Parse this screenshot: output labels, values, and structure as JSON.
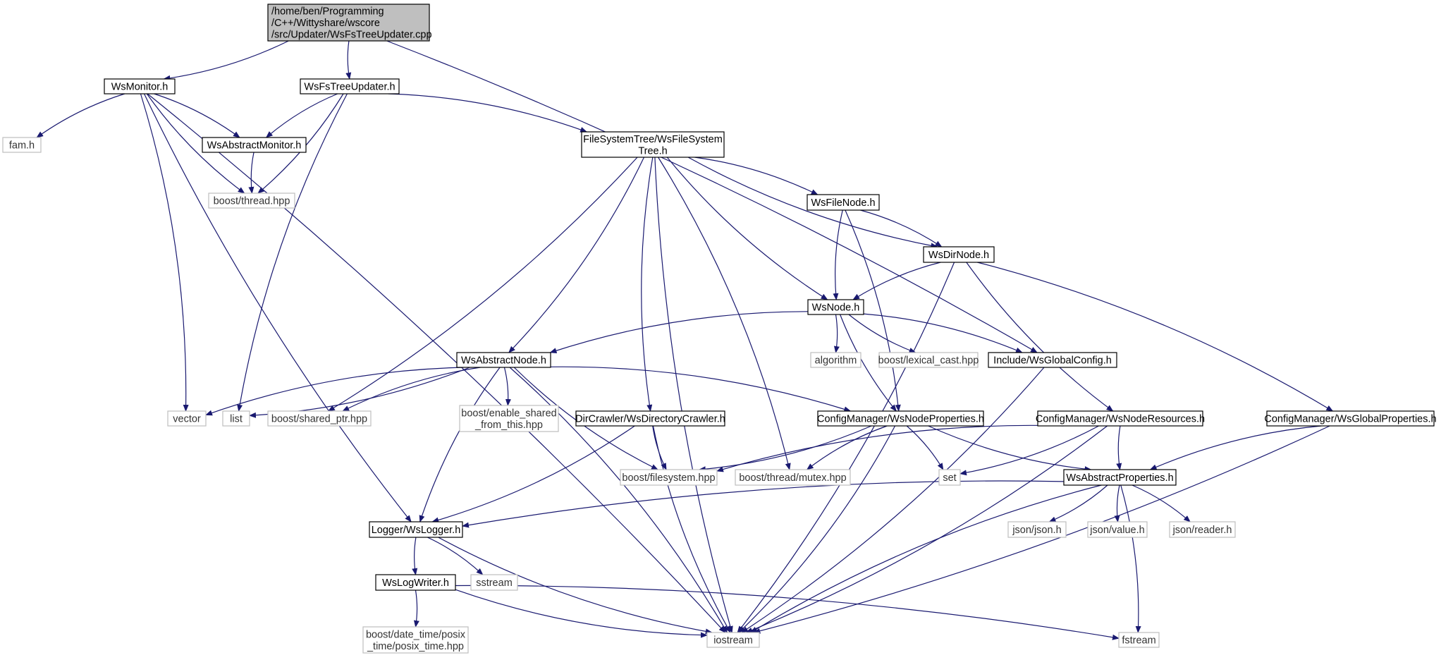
{
  "colors": {
    "background": "#ffffff",
    "edge": "#191970",
    "root_fill": "#bfbfbf",
    "box_stroke": "#000000",
    "system_stroke": "#bfbfbf",
    "text": "#000000",
    "system_text": "#333333"
  },
  "nodes": [
    {
      "id": "root",
      "kind": "root",
      "lines": [
        "/home/ben/Programming",
        "/C++/Wittyshare/wscore",
        "/src/Updater/WsFsTreeUpdater.cpp"
      ]
    },
    {
      "id": "wsmonitor",
      "kind": "file",
      "lines": [
        "WsMonitor.h"
      ]
    },
    {
      "id": "wsfstreeupdater",
      "kind": "file",
      "lines": [
        "WsFsTreeUpdater.h"
      ]
    },
    {
      "id": "famh",
      "kind": "system",
      "lines": [
        "fam.h"
      ]
    },
    {
      "id": "wsabstractmonitor",
      "kind": "file",
      "lines": [
        "WsAbstractMonitor.h"
      ]
    },
    {
      "id": "filesystemtree",
      "kind": "file",
      "lines": [
        "FileSystemTree/WsFileSystem",
        "Tree.h"
      ]
    },
    {
      "id": "boostthread",
      "kind": "system",
      "lines": [
        "boost/thread.hpp"
      ]
    },
    {
      "id": "wsfilenode",
      "kind": "file",
      "lines": [
        "WsFileNode.h"
      ]
    },
    {
      "id": "wsdirnode",
      "kind": "file",
      "lines": [
        "WsDirNode.h"
      ]
    },
    {
      "id": "wsnode",
      "kind": "file",
      "lines": [
        "WsNode.h"
      ]
    },
    {
      "id": "algorithm",
      "kind": "system",
      "lines": [
        "algorithm"
      ]
    },
    {
      "id": "lexicalcast",
      "kind": "system",
      "lines": [
        "boost/lexical_cast.hpp"
      ]
    },
    {
      "id": "globalconfig",
      "kind": "file",
      "lines": [
        "Include/WsGlobalConfig.h"
      ]
    },
    {
      "id": "wsabstractnode",
      "kind": "file",
      "lines": [
        "WsAbstractNode.h"
      ]
    },
    {
      "id": "vector",
      "kind": "system",
      "lines": [
        "vector"
      ]
    },
    {
      "id": "list",
      "kind": "system",
      "lines": [
        "list"
      ]
    },
    {
      "id": "sharedptr",
      "kind": "system",
      "lines": [
        "boost/shared_ptr.hpp"
      ]
    },
    {
      "id": "enableshared",
      "kind": "system",
      "lines": [
        "boost/enable_shared",
        "_from_this.hpp"
      ]
    },
    {
      "id": "dircrawler",
      "kind": "file",
      "lines": [
        "DirCrawler/WsDirectoryCrawler.h"
      ]
    },
    {
      "id": "nodeproperties",
      "kind": "file",
      "lines": [
        "ConfigManager/WsNodeProperties.h"
      ]
    },
    {
      "id": "noderesources",
      "kind": "file",
      "lines": [
        "ConfigManager/WsNodeResources.h"
      ]
    },
    {
      "id": "globalproperties",
      "kind": "file",
      "lines": [
        "ConfigManager/WsGlobalProperties.h"
      ]
    },
    {
      "id": "boostfs",
      "kind": "system",
      "lines": [
        "boost/filesystem.hpp"
      ]
    },
    {
      "id": "mutex",
      "kind": "system",
      "lines": [
        "boost/thread/mutex.hpp"
      ]
    },
    {
      "id": "set",
      "kind": "system",
      "lines": [
        "set"
      ]
    },
    {
      "id": "abstractproperties",
      "kind": "file",
      "lines": [
        "WsAbstractProperties.h"
      ]
    },
    {
      "id": "wslogger",
      "kind": "file",
      "lines": [
        "Logger/WsLogger.h"
      ]
    },
    {
      "id": "jsonjson",
      "kind": "system",
      "lines": [
        "json/json.h"
      ]
    },
    {
      "id": "jsonvalue",
      "kind": "system",
      "lines": [
        "json/value.h"
      ]
    },
    {
      "id": "jsonreader",
      "kind": "system",
      "lines": [
        "json/reader.h"
      ]
    },
    {
      "id": "wslogwriter",
      "kind": "file",
      "lines": [
        "WsLogWriter.h"
      ]
    },
    {
      "id": "sstream",
      "kind": "system",
      "lines": [
        "sstream"
      ]
    },
    {
      "id": "posixtime",
      "kind": "system",
      "lines": [
        "boost/date_time/posix",
        "_time/posix_time.hpp"
      ]
    },
    {
      "id": "iostream",
      "kind": "system",
      "lines": [
        "iostream"
      ]
    },
    {
      "id": "fstream",
      "kind": "system",
      "lines": [
        "fstream"
      ]
    }
  ],
  "edges": [
    {
      "from": "root",
      "to": "wsmonitor"
    },
    {
      "from": "root",
      "to": "wsfstreeupdater"
    },
    {
      "from": "root",
      "to": "globalconfig"
    },
    {
      "from": "wsmonitor",
      "to": "famh"
    },
    {
      "from": "wsmonitor",
      "to": "wsabstractmonitor"
    },
    {
      "from": "wsmonitor",
      "to": "boostthread"
    },
    {
      "from": "wsmonitor",
      "to": "vector"
    },
    {
      "from": "wsmonitor",
      "to": "wslogger"
    },
    {
      "from": "wsmonitor",
      "to": "iostream"
    },
    {
      "from": "wsfstreeupdater",
      "to": "wsabstractmonitor"
    },
    {
      "from": "wsfstreeupdater",
      "to": "boostthread"
    },
    {
      "from": "wsfstreeupdater",
      "to": "list"
    },
    {
      "from": "wsfstreeupdater",
      "to": "filesystemtree"
    },
    {
      "from": "wsabstractmonitor",
      "to": "boostthread"
    },
    {
      "from": "filesystemtree",
      "to": "sharedptr"
    },
    {
      "from": "filesystemtree",
      "to": "iostream"
    },
    {
      "from": "filesystemtree",
      "to": "wsabstractnode"
    },
    {
      "from": "filesystemtree",
      "to": "dircrawler"
    },
    {
      "from": "filesystemtree",
      "to": "mutex"
    },
    {
      "from": "filesystemtree",
      "to": "wsnode"
    },
    {
      "from": "filesystemtree",
      "to": "wsfilenode"
    },
    {
      "from": "filesystemtree",
      "to": "wsdirnode"
    },
    {
      "from": "wsfilenode",
      "to": "wsdirnode"
    },
    {
      "from": "wsfilenode",
      "to": "wsnode"
    },
    {
      "from": "wsfilenode",
      "to": "nodeproperties"
    },
    {
      "from": "wsdirnode",
      "to": "wsnode"
    },
    {
      "from": "wsdirnode",
      "to": "iostream"
    },
    {
      "from": "wsdirnode",
      "to": "noderesources"
    },
    {
      "from": "wsdirnode",
      "to": "globalproperties"
    },
    {
      "from": "wsnode",
      "to": "wsabstractnode"
    },
    {
      "from": "wsnode",
      "to": "algorithm"
    },
    {
      "from": "wsnode",
      "to": "lexicalcast"
    },
    {
      "from": "wsnode",
      "to": "globalconfig"
    },
    {
      "from": "wsnode",
      "to": "nodeproperties"
    },
    {
      "from": "globalconfig",
      "to": "iostream"
    },
    {
      "from": "wsabstractnode",
      "to": "vector"
    },
    {
      "from": "wsabstractnode",
      "to": "list"
    },
    {
      "from": "wsabstractnode",
      "to": "sharedptr"
    },
    {
      "from": "wsabstractnode",
      "to": "enableshared"
    },
    {
      "from": "wsabstractnode",
      "to": "wslogger"
    },
    {
      "from": "wsabstractnode",
      "to": "iostream"
    },
    {
      "from": "wsabstractnode",
      "to": "boostfs"
    },
    {
      "from": "wsabstractnode",
      "to": "nodeproperties"
    },
    {
      "from": "dircrawler",
      "to": "boostfs"
    },
    {
      "from": "dircrawler",
      "to": "wslogger"
    },
    {
      "from": "dircrawler",
      "to": "iostream"
    },
    {
      "from": "nodeproperties",
      "to": "boostfs"
    },
    {
      "from": "nodeproperties",
      "to": "mutex"
    },
    {
      "from": "nodeproperties",
      "to": "set"
    },
    {
      "from": "nodeproperties",
      "to": "abstractproperties"
    },
    {
      "from": "nodeproperties",
      "to": "iostream"
    },
    {
      "from": "noderesources",
      "to": "boostfs"
    },
    {
      "from": "noderesources",
      "to": "set"
    },
    {
      "from": "noderesources",
      "to": "abstractproperties"
    },
    {
      "from": "noderesources",
      "to": "iostream"
    },
    {
      "from": "globalproperties",
      "to": "abstractproperties"
    },
    {
      "from": "globalproperties",
      "to": "iostream"
    },
    {
      "from": "abstractproperties",
      "to": "wslogger"
    },
    {
      "from": "abstractproperties",
      "to": "jsonjson"
    },
    {
      "from": "abstractproperties",
      "to": "jsonvalue"
    },
    {
      "from": "abstractproperties",
      "to": "jsonreader"
    },
    {
      "from": "abstractproperties",
      "to": "iostream"
    },
    {
      "from": "abstractproperties",
      "to": "fstream"
    },
    {
      "from": "wslogger",
      "to": "wslogwriter"
    },
    {
      "from": "wslogger",
      "to": "sstream"
    },
    {
      "from": "wslogger",
      "to": "iostream"
    },
    {
      "from": "wslogwriter",
      "to": "posixtime"
    },
    {
      "from": "wslogwriter",
      "to": "iostream"
    },
    {
      "from": "wslogwriter",
      "to": "fstream"
    }
  ]
}
